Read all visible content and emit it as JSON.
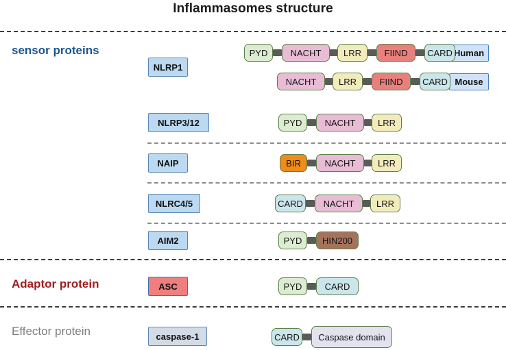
{
  "title": "Inflammasomes structure",
  "sections": [
    {
      "id": "sensor",
      "label": "sensor proteins",
      "color": "#19558f"
    },
    {
      "id": "adaptor",
      "label": "Adaptor protein",
      "color": "#9e1b1b"
    },
    {
      "id": "effector",
      "label": "Effector protein",
      "color": "#7d7d7d"
    }
  ],
  "species_tags": [
    {
      "label": "Human"
    },
    {
      "label": "Mouse"
    }
  ],
  "proteins": [
    {
      "name": "NLRP1",
      "section": "sensor"
    },
    {
      "name": "NLRP3/12",
      "section": "sensor"
    },
    {
      "name": "NAIP",
      "section": "sensor"
    },
    {
      "name": "NLRC4/5",
      "section": "sensor"
    },
    {
      "name": "AIM2",
      "section": "sensor"
    },
    {
      "name": "ASC",
      "section": "adaptor"
    },
    {
      "name": "caspase-1",
      "section": "effector"
    }
  ],
  "architectures": {
    "nlrp1_human": [
      "PYD",
      "NACHT",
      "LRR",
      "FIIND",
      "CARD"
    ],
    "nlrp1_mouse": [
      "NACHT",
      "LRR",
      "FIIND",
      "CARD"
    ],
    "nlrp3_12": [
      "PYD",
      "NACHT",
      "LRR"
    ],
    "naip": [
      "BIR",
      "NACHT",
      "LRR"
    ],
    "nlrc4_5": [
      "CARD",
      "NACHT",
      "LRR"
    ],
    "aim2": [
      "PYD",
      "HIN200"
    ],
    "asc": [
      "PYD",
      "CARD"
    ],
    "caspase1": [
      "CARD",
      "Caspase domain"
    ]
  },
  "domain_colors": {
    "PYD": "#dcecd1",
    "NACHT": "#e8bcd4",
    "LRR": "#f2ecbc",
    "FIIND": "#e8807c",
    "CARD": "#cbe6ea",
    "BIR": "#ee8c1c",
    "HIN200": "#a5735c",
    "Caspase domain": "#e3e3ef",
    "linker": "#595b57",
    "border": "#5d7f4a"
  },
  "chip_colors": {
    "default_fill": "#bcd9f2",
    "default_border": "#5b87b5",
    "asc_fill": "#ef7f7f",
    "caspase_fill": "#d3dce6",
    "species_fill": "#cfe2f7",
    "species_border": "#4a7fbd"
  }
}
